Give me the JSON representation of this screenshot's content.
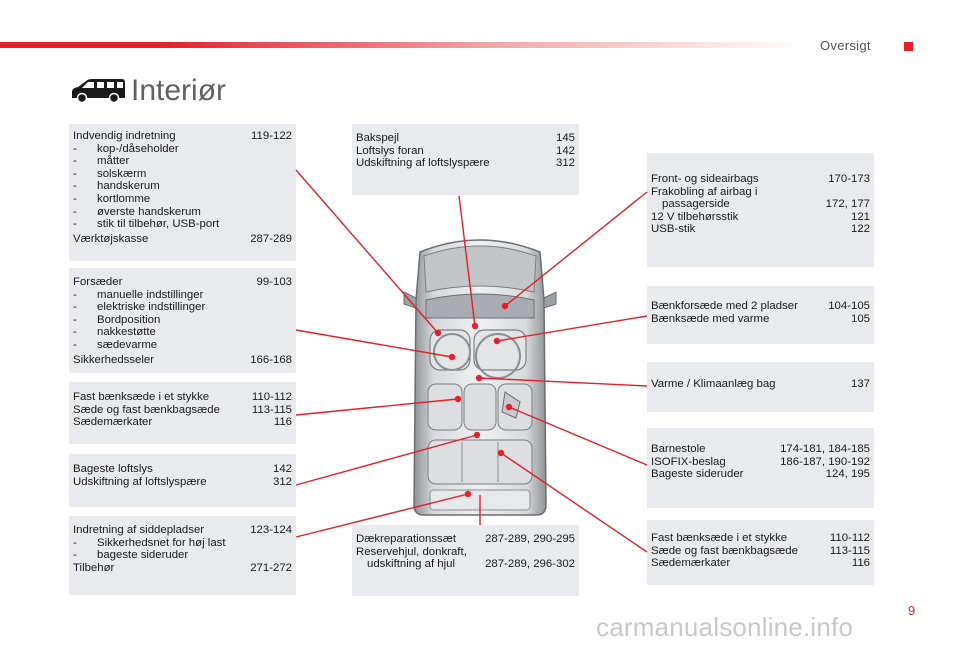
{
  "header": {
    "section": "Oversigt",
    "accent_color": "#e5202a"
  },
  "title": "Interiør",
  "page_number": "9",
  "watermark": "carmanualsonline.info",
  "boxes": {
    "b1": {
      "title": "Indvendig indretning",
      "title_pages": "119-122",
      "items": [
        "kop-/dåseholder",
        "måtter",
        "solskærm",
        "handskerum",
        "kortlomme",
        "øverste handskerum",
        "stik til tilbehør, USB-port"
      ],
      "footer": "Værktøjskasse",
      "footer_pages": "287-289"
    },
    "b2": {
      "title": "Forsæder",
      "title_pages": "99-103",
      "items": [
        "manuelle indstillinger",
        "elektriske indstillinger",
        "Bordposition",
        "nakkestøtte",
        "sædevarme"
      ],
      "footer": "Sikkerhedsseler",
      "footer_pages": "166-168"
    },
    "b3": {
      "rows": [
        {
          "label": "Fast bænksæde i et stykke",
          "pages": "110-112"
        },
        {
          "label": "Sæde og fast bænkbagsæde",
          "pages": "113-115"
        },
        {
          "label": "Sædemærkater",
          "pages": "116"
        }
      ]
    },
    "b4": {
      "rows": [
        {
          "label": "Bageste loftslys",
          "pages": "142"
        },
        {
          "label": "Udskiftning af loftslyspære",
          "pages": "312"
        }
      ]
    },
    "b5": {
      "title": "Indretning af siddepladser",
      "title_pages": "123-124",
      "items": [
        "Sikkerhedsnet for høj last",
        "bageste sideruder"
      ],
      "footer": "Tilbehør",
      "footer_pages": "271-272"
    },
    "b6": {
      "rows": [
        {
          "label": "Bakspejl",
          "pages": "145"
        },
        {
          "label": "Loftslys foran",
          "pages": "142"
        },
        {
          "label": "Udskiftning af loftslyspære",
          "pages": "312"
        }
      ]
    },
    "b7": {
      "row1_label": "Dækreparationssæt",
      "row1_pages": "287-289, 290-295",
      "row2_label": "Reservehjul, donkraft,",
      "row2_cont": "udskiftning af hjul",
      "row2_pages": "287-289, 296-302"
    },
    "b8": {
      "row1_label": "Front- og sideairbags",
      "row1_pages": "170-173",
      "row2_label": "Frakobling af airbag i",
      "row2_cont": "passagerside",
      "row2_pages": "172, 177",
      "row3_label": "12 V tilbehørsstik",
      "row3_pages": "121",
      "row4_label": "USB-stik",
      "row4_pages": "122"
    },
    "b9": {
      "rows": [
        {
          "label": "Bænkforsæde med 2 pladser",
          "pages": "104-105"
        },
        {
          "label": "Bænksæde med varme",
          "pages": "105"
        }
      ]
    },
    "b10": {
      "rows": [
        {
          "label": "Varme / Klimaanlæg bag",
          "pages": "137"
        }
      ]
    },
    "b11": {
      "rows": [
        {
          "label": "Barnestole",
          "pages": "174-181, 184-185"
        },
        {
          "label": "ISOFIX-beslag",
          "pages": "186-187, 190-192"
        },
        {
          "label": "Bageste sideruder",
          "pages": "124, 195"
        }
      ]
    },
    "b12": {
      "rows": [
        {
          "label": "Fast bænksæde i et stykke",
          "pages": "110-112"
        },
        {
          "label": "Sæde og fast bænkbagsæde",
          "pages": "113-115"
        },
        {
          "label": "Sædemærkater",
          "pages": "116"
        }
      ]
    }
  }
}
